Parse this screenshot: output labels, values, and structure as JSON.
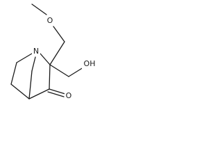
{
  "structure": {
    "atoms": {
      "nitrogen": "N",
      "ketone_oxygen": "O",
      "ether_oxygen": "O",
      "hydroxyl": "OH"
    }
  }
}
